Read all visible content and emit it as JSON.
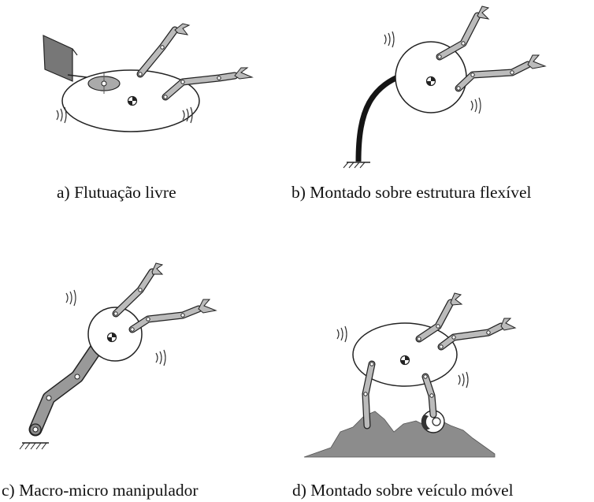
{
  "captions": {
    "a": "a) Flutuação livre",
    "b": "b) Montado sobre estrutura flexível",
    "c": "c) Macro-micro manipulador",
    "d": "d) Montado sobre veículo móvel"
  },
  "colors": {
    "link_fill": "#b8b8b8",
    "outline": "#2a2a2a",
    "panel": "#777777",
    "beam": "#151515",
    "terrain": "#8c8c8c",
    "macro_arm": "#9a9a9a"
  }
}
